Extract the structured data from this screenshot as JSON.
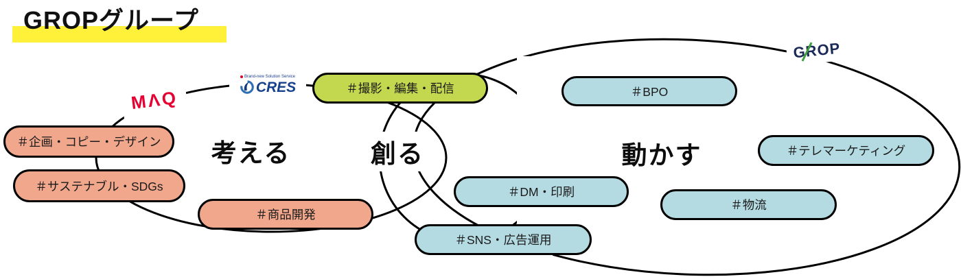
{
  "title": {
    "text": "GROPグループ",
    "highlight_color": "#FFF13A"
  },
  "diagram": {
    "type": "venn-chain",
    "outline_color": "#000000",
    "groups": {
      "think": {
        "label": "考える",
        "pill_color": "#F1A78C",
        "company": "MAQ",
        "tags": [
          "＃企画・コピー・デザイン",
          "＃サステナブル・SDGs",
          "＃商品開発"
        ]
      },
      "create": {
        "label": "創る",
        "pill_color": "#C3D84F",
        "company": "CRES",
        "tags": [
          "＃撮影・編集・配信"
        ]
      },
      "operate": {
        "label": "動かす",
        "pill_color": "#B4DAE2",
        "company": "GROP",
        "tags": [
          "＃BPO",
          "＃テレマーケティング",
          "＃DM・印刷",
          "＃物流",
          "＃SNS・広告運用"
        ]
      }
    }
  },
  "pills": [
    {
      "label": "＃企画・コピー・デザイン",
      "color": "#F1A78C"
    },
    {
      "label": "＃サステナブル・SDGs",
      "color": "#F1A78C"
    },
    {
      "label": "＃商品開発",
      "color": "#F1A78C"
    },
    {
      "label": "＃撮影・編集・配信",
      "color": "#C3D84F"
    },
    {
      "label": "＃BPO",
      "color": "#B4DAE2"
    },
    {
      "label": "＃テレマーケティング",
      "color": "#B4DAE2"
    },
    {
      "label": "＃DM・印刷",
      "color": "#B4DAE2"
    },
    {
      "label": "＃物流",
      "color": "#B4DAE2"
    },
    {
      "label": "＃SNS・広告運用",
      "color": "#B4DAE2"
    }
  ],
  "logos": {
    "maq": {
      "text": "MΛQ",
      "color": "#E60032"
    },
    "cres": {
      "tagline": "Brand-new Solution Service",
      "text": "CRES",
      "color": "#16418C",
      "swoosh_color": "#2F6FB5"
    },
    "grop": {
      "text": "GROP",
      "color": "#1B2A57",
      "accent_color": "#3E9E3C"
    }
  }
}
